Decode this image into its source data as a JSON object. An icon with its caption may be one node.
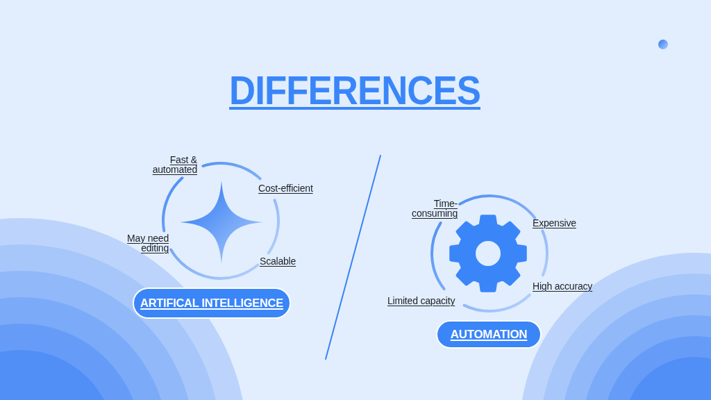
{
  "diagram": {
    "title": "DIFFERENCES",
    "nodes": [
      {
        "text": [
          "ARTIFICAL INTELLIGENCE"
        ]
      },
      {
        "text": [
          "AUTOMATION"
        ]
      }
    ],
    "labels": [
      "Fast & automated",
      "Cost-efficient",
      "May need editing",
      "Scalable",
      "Time-consuming",
      "Expensive",
      "High accuracy",
      "Limited capacity"
    ]
  }
}
